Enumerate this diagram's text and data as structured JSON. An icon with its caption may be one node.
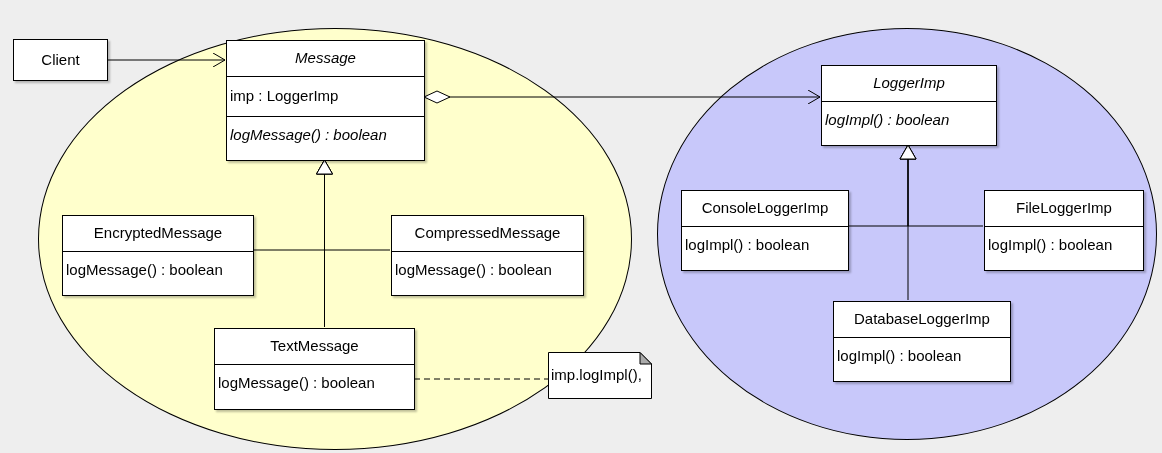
{
  "diagram": {
    "nodes": [
      {
        "text": [],
        "shape": "ellipse"
      },
      {
        "text": [],
        "shape": "ellipse"
      },
      {
        "text": [
          "Client"
        ]
      },
      {
        "text": [
          "Message",
          "imp : LoggerImp",
          "logMessage() : boolean"
        ],
        "in": 0
      },
      {
        "text": [
          "EncryptedMessage",
          "logMessage() : boolean"
        ],
        "in": 0
      },
      {
        "text": [
          "CompressedMessage",
          "logMessage() : boolean"
        ],
        "in": 0
      },
      {
        "text": [
          "TextMessage",
          "logMessage() : boolean"
        ],
        "in": 0
      },
      {
        "text": [
          "imp.logImpl(),"
        ]
      },
      {
        "text": [
          "LoggerImp",
          "logImpl() : boolean"
        ],
        "in": 1
      },
      {
        "text": [
          "ConsoleLoggerImp",
          "logImpl() : boolean"
        ],
        "in": 1
      },
      {
        "text": [
          "FileLoggerImp",
          "logImpl() : boolean"
        ],
        "in": 1
      },
      {
        "text": [
          "DatabaseLoggerImp",
          "logImpl() : boolean"
        ],
        "in": 1
      }
    ],
    "edges": [
      {
        "from": 2,
        "to": 3,
        "arrow": "to"
      },
      {
        "from": 3,
        "to": 8,
        "arrow": "to"
      },
      {
        "from": 4,
        "to": 3,
        "arrow": "to"
      },
      {
        "from": 5,
        "to": 3,
        "arrow": "to"
      },
      {
        "from": 6,
        "to": 3,
        "arrow": "to"
      },
      {
        "from": 6,
        "to": 7,
        "arrow": "none",
        "style": "dashed"
      },
      {
        "from": 9,
        "to": 8,
        "arrow": "to"
      },
      {
        "from": 10,
        "to": 8,
        "arrow": "to"
      },
      {
        "from": 11,
        "to": 8,
        "arrow": "to"
      }
    ]
  }
}
